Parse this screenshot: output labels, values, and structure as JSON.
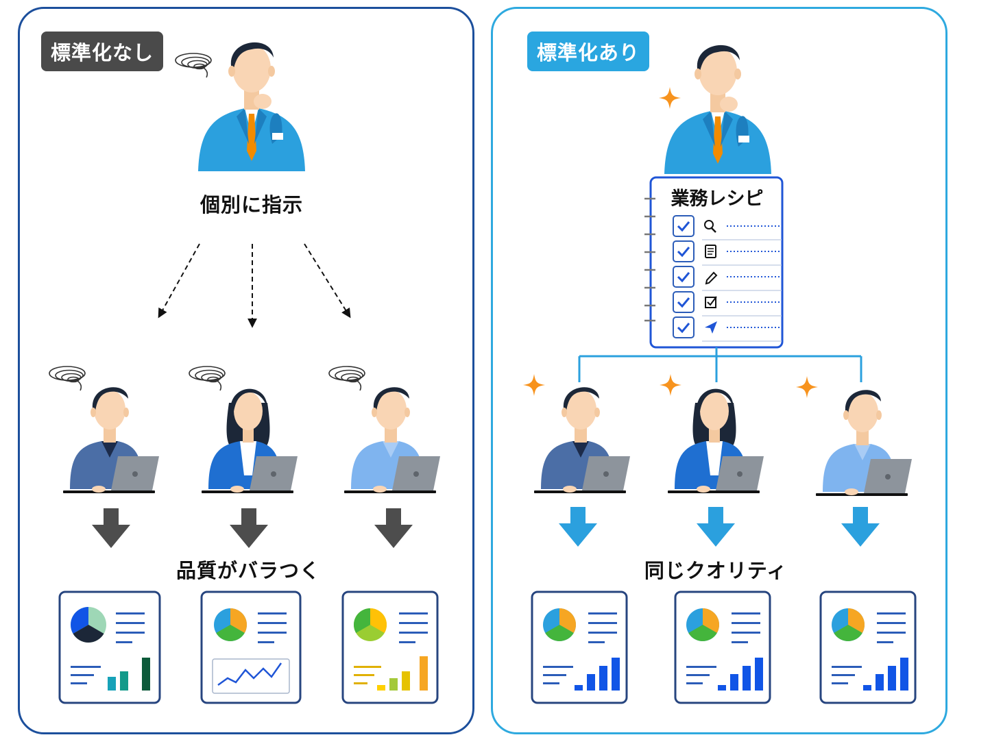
{
  "left_panel": {
    "tag": "標準化なし",
    "manager_caption": "個別に指示",
    "result_caption": "品質がバラつく"
  },
  "right_panel": {
    "tag": "標準化あり",
    "recipe_title": "業務レシピ",
    "result_caption": "同じクオリティ"
  },
  "colors": {
    "left_border": "#1c4f9c",
    "right_border": "#2ea9df",
    "left_tag": "#4a4a4a",
    "right_tag": "#2aa6e0",
    "suit_blue": "#2ba0de",
    "dark_arrow": "#4d4d4d",
    "blue_arrow": "#2ba0de",
    "sparkle": "#f7931e",
    "report_border": "#27457f",
    "recipe_border": "#1f55d6"
  },
  "icons": [
    "confusion-swirl-icon",
    "sparkle-icon",
    "check-icon",
    "search-icon",
    "document-icon",
    "pencil-icon",
    "checkbox-icon",
    "send-icon",
    "pie-chart-icon",
    "bar-chart-icon",
    "line-chart-icon",
    "laptop-icon"
  ]
}
